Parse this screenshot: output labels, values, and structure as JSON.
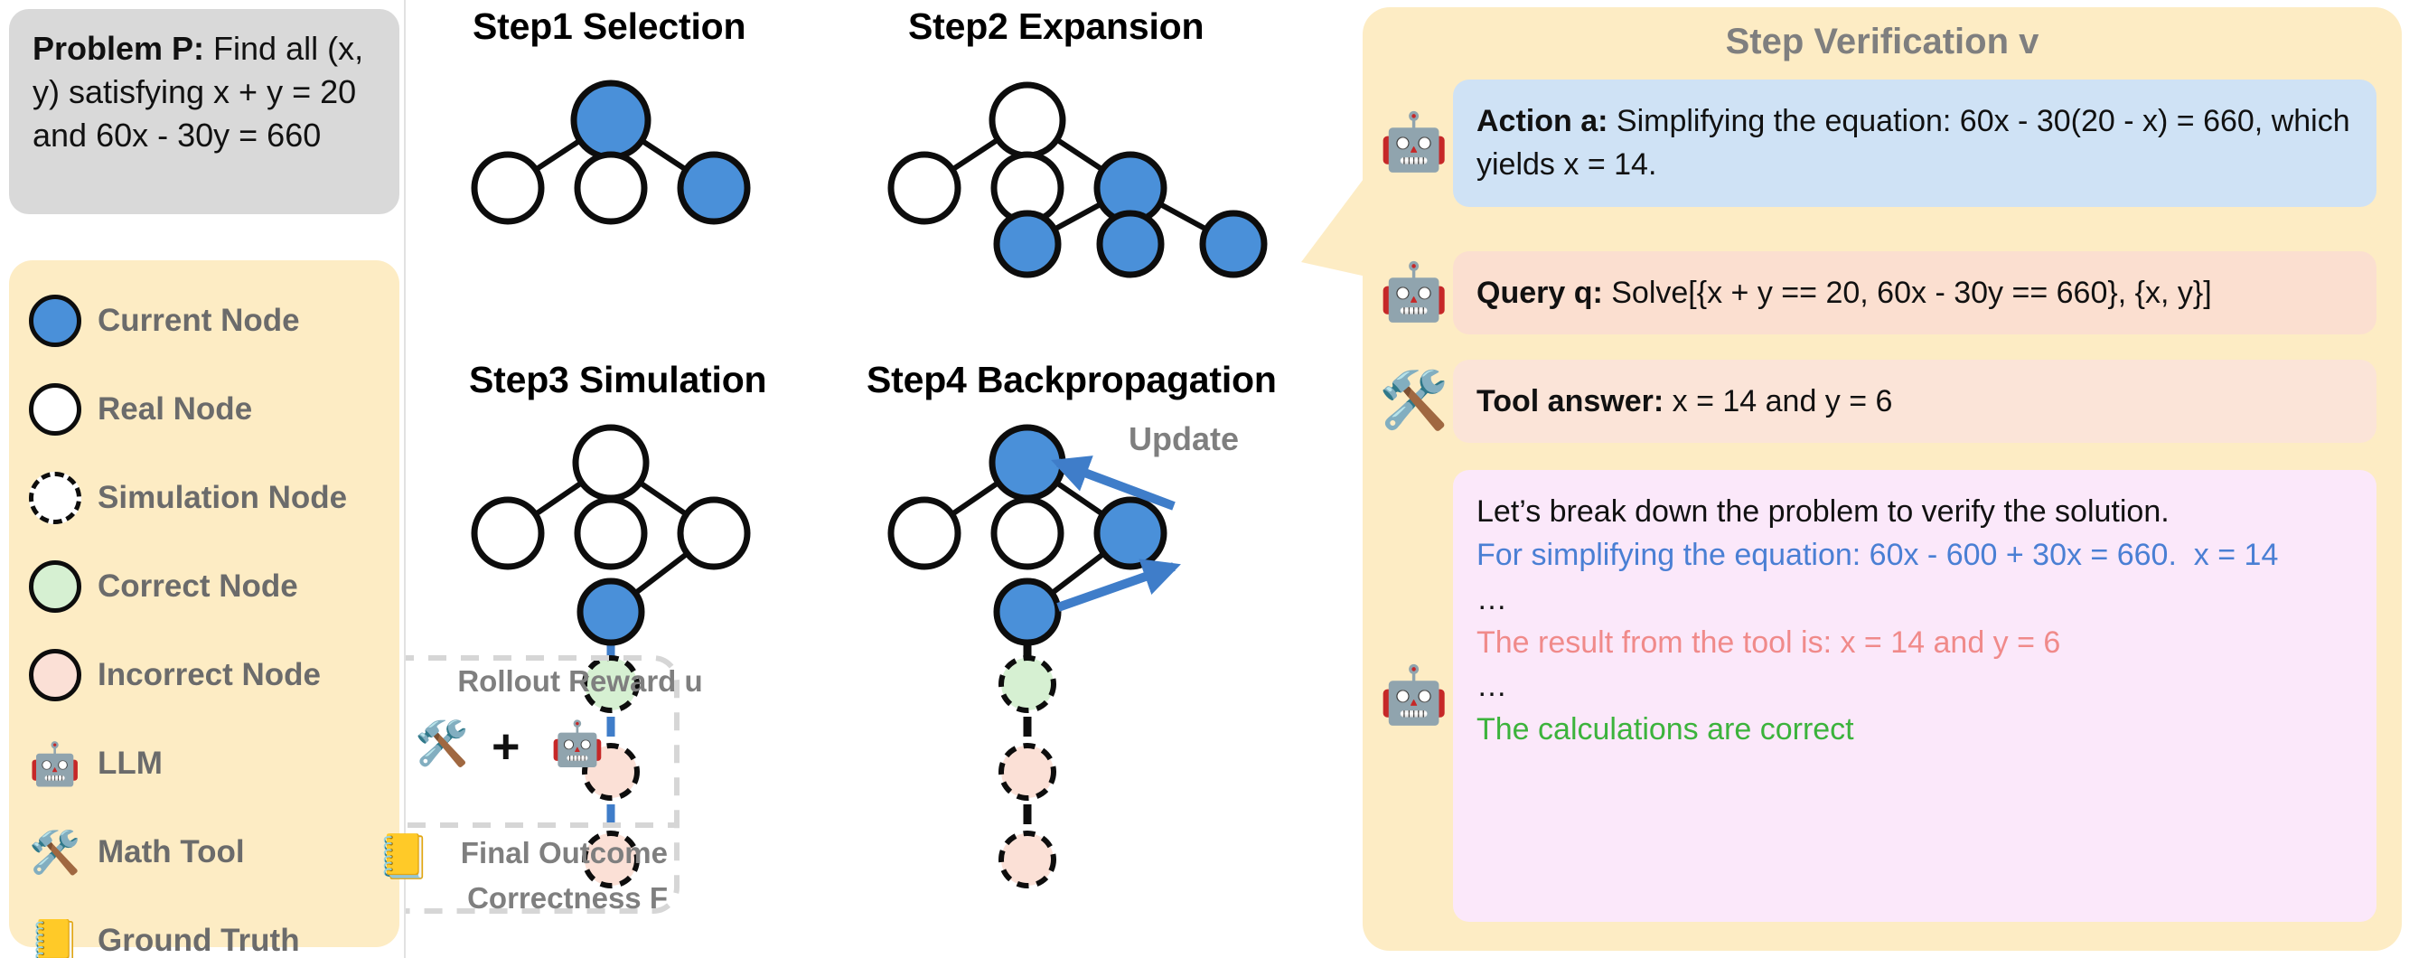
{
  "problem": {
    "label": "Problem P:",
    "text": " Find all (x, y) satisfying x + y = 20 and 60x - 30y = 660"
  },
  "legend": {
    "items": [
      {
        "icon": "current-node-circle",
        "label": "Current Node",
        "color": "#4a90d9"
      },
      {
        "icon": "real-node-circle",
        "label": "Real Node",
        "color": "#ffffff"
      },
      {
        "icon": "simulation-node-circle",
        "label": "Simulation Node",
        "color": "#ffffff"
      },
      {
        "icon": "correct-node-circle",
        "label": "Correct Node",
        "color": "#d6f0d2"
      },
      {
        "icon": "incorrect-node-circle",
        "label": "Incorrect Node",
        "color": "#fbe0d6"
      },
      {
        "icon": "robot-icon",
        "label": "LLM",
        "glyph": "🤖"
      },
      {
        "icon": "hammer-and-wrench-icon",
        "label": "Math Tool",
        "glyph": "🛠️"
      },
      {
        "icon": "ledger-icon",
        "label": "Ground Truth",
        "glyph": "📒"
      }
    ]
  },
  "steps": {
    "step1": {
      "title": "Step1 Selection"
    },
    "step2": {
      "title": "Step2 Expansion"
    },
    "step3": {
      "title": "Step3 Simulation"
    },
    "step4": {
      "title": "Step4 Backpropagation",
      "arrow_label": "Update"
    }
  },
  "rollout": {
    "reward_label": "Rollout Reward u",
    "tool_glyph": "🛠️",
    "plus": "+",
    "llm_glyph": "🤖",
    "outcome_glyph": "📒",
    "outcome_label_line1": "Final Outcome",
    "outcome_label_line2": "Correctness F"
  },
  "verification": {
    "title": "Step Verification v",
    "action": {
      "icon": "robot-with-lightbulb-icon",
      "glyph": "🤖",
      "label": "Action a:",
      "text": " Simplifying the equation: 60x - 30(20 - x) = 660, which yields x = 14."
    },
    "query": {
      "icon": "robot-with-tool-icon",
      "glyph": "🤖",
      "label": "Query q:",
      "text": " Solve[{x + y == 20, 60x - 30y == 660}, {x, y}]"
    },
    "tool": {
      "icon": "hammer-and-wrench-icon",
      "glyph": "🛠️",
      "label": "Tool answer:",
      "text": " x = 14 and y = 6"
    },
    "verify": {
      "icon": "robot-with-gavel-icon",
      "glyph": "🤖",
      "lines": [
        {
          "text": "Let’s break down the problem to verify the solution.",
          "color": "black"
        },
        {
          "text": "For simplifying the equation: 60x - 600 + 30x = 660.  x = 14",
          "color": "#4a7fd4"
        },
        {
          "text": "…",
          "color": "black"
        },
        {
          "text": "The result from the tool is: x = 14 and y = 6",
          "color": "#f08a8a"
        },
        {
          "text": "…",
          "color": "black"
        },
        {
          "text": "The calculations are correct",
          "color": "#3cb33c"
        }
      ]
    }
  },
  "colors": {
    "panel_bg": "#fdecc4",
    "problem_bg": "#d9d9d9",
    "current_node": "#4a90d9",
    "correct_node": "#d6f0d2",
    "incorrect_node": "#fbe0d6",
    "arrow_blue": "#3f7dc9",
    "legend_text": "#6b6b6b"
  }
}
